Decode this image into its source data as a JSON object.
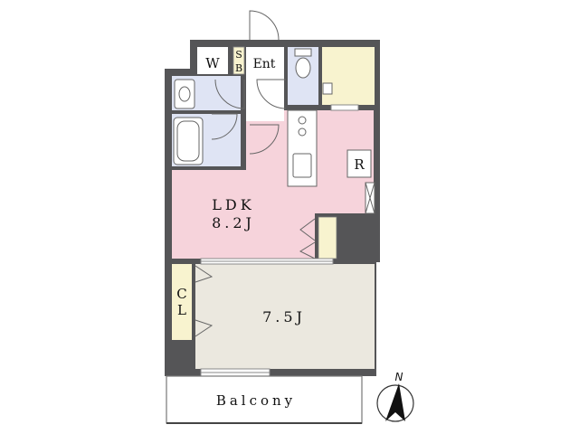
{
  "labels": {
    "wash": "W",
    "sb_top": "S",
    "sb_bottom": "B",
    "entrance": "Ent",
    "refrigerator": "R",
    "ldk_name": "LDK",
    "ldk_size": "8.2J",
    "closet_top": "C",
    "closet_bottom": "L",
    "bedroom_size": "7.5J",
    "balcony": "Balcony",
    "north": "N"
  },
  "colors": {
    "wall": "#555557",
    "ldk": "#f6d3db",
    "bedroom": "#ebe8df",
    "wet_area": "#dfe4f4",
    "storage": "#f8f3cf",
    "entrance": "#ffffff"
  }
}
